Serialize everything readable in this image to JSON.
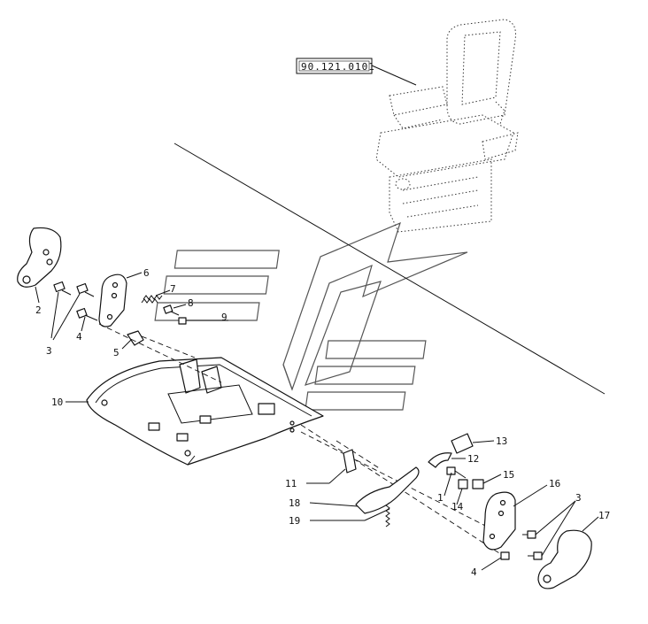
{
  "reference": {
    "code": "90.121.0101"
  },
  "callouts": [
    {
      "id": "c2",
      "text": "2"
    },
    {
      "id": "c3a",
      "text": "3"
    },
    {
      "id": "c4a",
      "text": "4"
    },
    {
      "id": "c6",
      "text": "6"
    },
    {
      "id": "c7",
      "text": "7"
    },
    {
      "id": "c8",
      "text": "8"
    },
    {
      "id": "c9",
      "text": "9"
    },
    {
      "id": "c5",
      "text": "5"
    },
    {
      "id": "c10",
      "text": "10"
    },
    {
      "id": "c13",
      "text": "13"
    },
    {
      "id": "c12",
      "text": "12"
    },
    {
      "id": "c1",
      "text": "1"
    },
    {
      "id": "c14",
      "text": "14"
    },
    {
      "id": "c15",
      "text": "15"
    },
    {
      "id": "c16",
      "text": "16"
    },
    {
      "id": "c3b",
      "text": "3"
    },
    {
      "id": "c17",
      "text": "17"
    },
    {
      "id": "c11",
      "text": "11"
    },
    {
      "id": "c18",
      "text": "18"
    },
    {
      "id": "c19",
      "text": "19"
    },
    {
      "id": "c4b",
      "text": "4"
    }
  ]
}
